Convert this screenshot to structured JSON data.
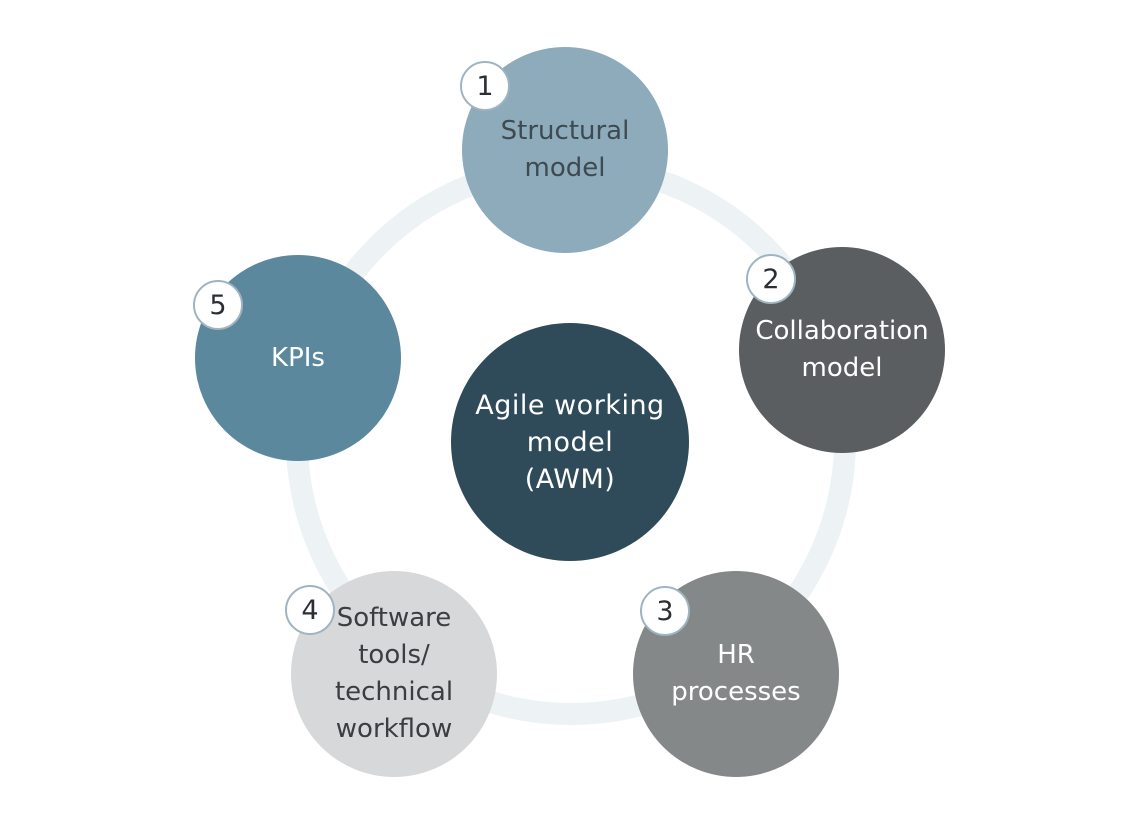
{
  "center": {
    "label_lines": [
      "Agile working",
      "model",
      "(AWM)"
    ],
    "color": "#2f4b59",
    "text_color": "#ffffff"
  },
  "nodes": [
    {
      "number": "1",
      "label_lines": [
        "Structural",
        "model"
      ],
      "color": "#8eabbb",
      "text_color": "#3d4a52"
    },
    {
      "number": "2",
      "label_lines": [
        "Collaboration",
        "model"
      ],
      "color": "#5a5e60",
      "text_color": "#ffffff"
    },
    {
      "number": "3",
      "label_lines": [
        "HR",
        "processes"
      ],
      "color": "#858889",
      "text_color": "#ffffff"
    },
    {
      "number": "4",
      "label_lines": [
        "Software",
        "tools/",
        "technical",
        "workflow"
      ],
      "color": "#d7d8d9",
      "text_color": "#3a3e40"
    },
    {
      "number": "5",
      "label_lines": [
        "KPIs"
      ],
      "color": "#5c889e",
      "text_color": "#ffffff"
    }
  ],
  "ring_color": "#edf2f5",
  "badge_border_color": "#9fb4c0"
}
